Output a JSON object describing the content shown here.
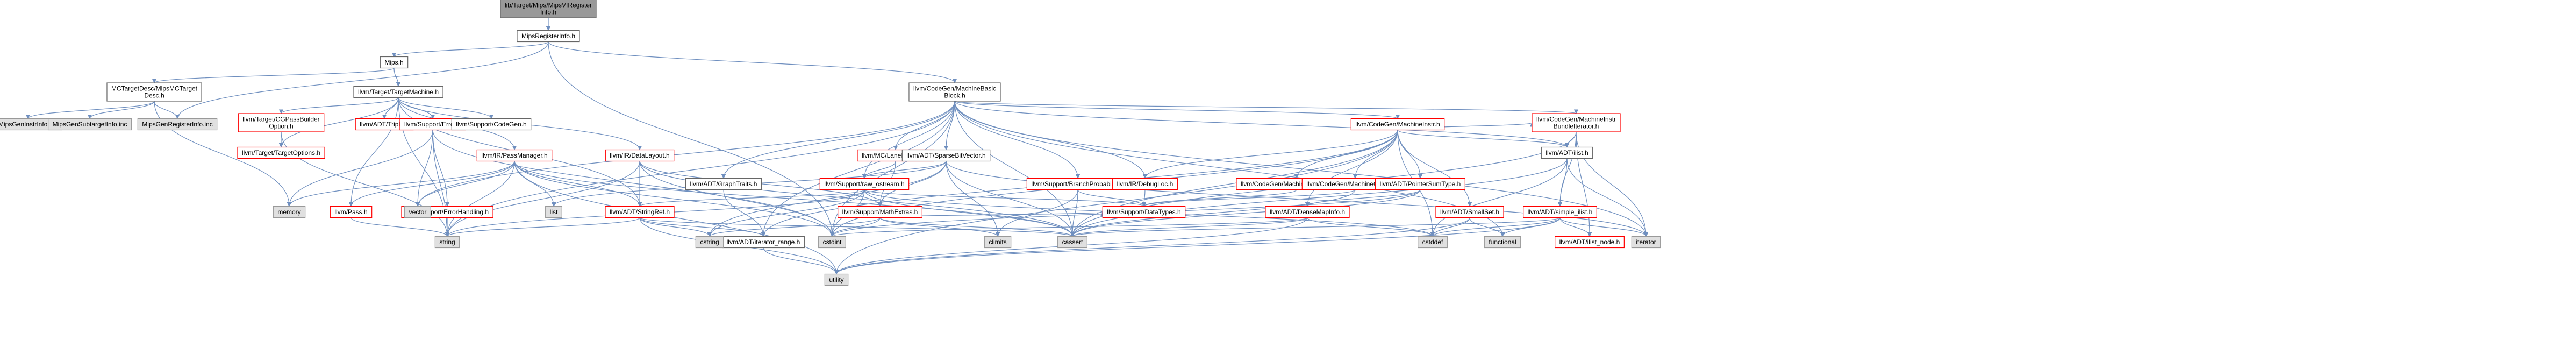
{
  "graph": {
    "colors": {
      "root_fill": "#999999",
      "gray_fill": "#e0e0e0",
      "white_fill": "#ffffff",
      "border_red": "#ff0000",
      "border_gray": "#999999",
      "border_black": "#666666",
      "edge": "#6f8fbf"
    },
    "nodes": [
      {
        "id": "root",
        "lines": [
          "lib/Target/Mips/MipsVIRegister",
          "Info.h"
        ],
        "style": "root"
      },
      {
        "id": "mipsreginfo",
        "lines": [
          "MipsRegisterInfo.h"
        ],
        "style": "plain"
      },
      {
        "id": "mipsh",
        "lines": [
          "Mips.h"
        ],
        "style": "plain"
      },
      {
        "id": "mctarget",
        "lines": [
          "MCTargetDesc/MipsMCTarget",
          "Desc.h"
        ],
        "style": "plain"
      },
      {
        "id": "targetmachine",
        "lines": [
          "llvm/Target/TargetMachine.h"
        ],
        "style": "plain"
      },
      {
        "id": "mbb",
        "lines": [
          "llvm/CodeGen/MachineBasic",
          "Block.h"
        ],
        "style": "plain"
      },
      {
        "id": "mipsgeninstr",
        "lines": [
          "MipsGenInstrInfo.inc"
        ],
        "style": "gray"
      },
      {
        "id": "mipsgensubtarget",
        "lines": [
          "MipsGenSubtargetInfo.inc"
        ],
        "style": "gray"
      },
      {
        "id": "mipsgenregister",
        "lines": [
          "MipsGenRegisterInfo.inc"
        ],
        "style": "gray"
      },
      {
        "id": "cgpassbuilder",
        "lines": [
          "llvm/Target/CGPassBuilder",
          "Option.h"
        ],
        "style": "red"
      },
      {
        "id": "triple",
        "lines": [
          "llvm/ADT/Triple.h"
        ],
        "style": "red"
      },
      {
        "id": "supporterror",
        "lines": [
          "llvm/Support/Error.h"
        ],
        "style": "red"
      },
      {
        "id": "codegenh",
        "lines": [
          "llvm/Support/CodeGen.h"
        ],
        "style": "plain"
      },
      {
        "id": "targetoptions",
        "lines": [
          "llvm/Target/TargetOptions.h"
        ],
        "style": "red"
      },
      {
        "id": "passmanager",
        "lines": [
          "llvm/IR/PassManager.h"
        ],
        "style": "red"
      },
      {
        "id": "datalayout",
        "lines": [
          "llvm/IR/DataLayout.h"
        ],
        "style": "red"
      },
      {
        "id": "lanebitmask",
        "lines": [
          "llvm/MC/LaneBitmask.h"
        ],
        "style": "red"
      },
      {
        "id": "sparsebv",
        "lines": [
          "llvm/ADT/SparseBitVector.h"
        ],
        "style": "plain"
      },
      {
        "id": "graphtraits",
        "lines": [
          "llvm/ADT/GraphTraits.h"
        ],
        "style": "plain"
      },
      {
        "id": "rawostream",
        "lines": [
          "llvm/Support/raw_ostream.h"
        ],
        "style": "red"
      },
      {
        "id": "branchprob",
        "lines": [
          "llvm/Support/BranchProbability.h"
        ],
        "style": "red"
      },
      {
        "id": "debugloc",
        "lines": [
          "llvm/IR/DebugLoc.h"
        ],
        "style": "red"
      },
      {
        "id": "machineinstr",
        "lines": [
          "llvm/CodeGen/MachineInstr.h"
        ],
        "style": "red"
      },
      {
        "id": "mibundleiter",
        "lines": [
          "llvm/CodeGen/MachineInstr",
          "BundleIterator.h"
        ],
        "style": "red"
      },
      {
        "id": "ilisth",
        "lines": [
          "llvm/ADT/ilist.h"
        ],
        "style": "plain"
      },
      {
        "id": "memop",
        "lines": [
          "llvm/CodeGen/MachineMemOperand.h"
        ],
        "style": "red"
      },
      {
        "id": "mop",
        "lines": [
          "llvm/CodeGen/MachineOperand.h"
        ],
        "style": "red"
      },
      {
        "id": "ptrsum",
        "lines": [
          "llvm/ADT/PointerSumType.h"
        ],
        "style": "red"
      },
      {
        "id": "passh",
        "lines": [
          "llvm/Pass.h"
        ],
        "style": "red"
      },
      {
        "id": "errorhandling",
        "lines": [
          "llvm/Support/ErrorHandling.h"
        ],
        "style": "red"
      },
      {
        "id": "stringref",
        "lines": [
          "llvm/ADT/StringRef.h"
        ],
        "style": "red"
      },
      {
        "id": "mathextras",
        "lines": [
          "llvm/Support/MathExtras.h"
        ],
        "style": "red"
      },
      {
        "id": "datatypes",
        "lines": [
          "llvm/Support/DataTypes.h"
        ],
        "style": "red"
      },
      {
        "id": "densemapinfo",
        "lines": [
          "llvm/ADT/DenseMapInfo.h"
        ],
        "style": "red"
      },
      {
        "id": "smallset",
        "lines": [
          "llvm/ADT/SmallSet.h"
        ],
        "style": "red"
      },
      {
        "id": "simpleilist",
        "lines": [
          "llvm/ADT/simple_ilist.h"
        ],
        "style": "red"
      },
      {
        "id": "ilistnode",
        "lines": [
          "llvm/ADT/ilist_node.h"
        ],
        "style": "red"
      },
      {
        "id": "iterrange",
        "lines": [
          "llvm/ADT/iterator_range.h"
        ],
        "style": "plain"
      },
      {
        "id": "memory",
        "lines": [
          "memory"
        ],
        "style": "gray"
      },
      {
        "id": "string",
        "lines": [
          "string"
        ],
        "style": "gray"
      },
      {
        "id": "vector",
        "lines": [
          "vector"
        ],
        "style": "gray"
      },
      {
        "id": "list",
        "lines": [
          "list"
        ],
        "style": "gray"
      },
      {
        "id": "cstring",
        "lines": [
          "cstring"
        ],
        "style": "gray"
      },
      {
        "id": "cstdint",
        "lines": [
          "cstdint"
        ],
        "style": "gray"
      },
      {
        "id": "climits",
        "lines": [
          "climits"
        ],
        "style": "gray"
      },
      {
        "id": "cassert",
        "lines": [
          "cassert"
        ],
        "style": "gray"
      },
      {
        "id": "cstddef",
        "lines": [
          "cstddef"
        ],
        "style": "gray"
      },
      {
        "id": "functional",
        "lines": [
          "functional"
        ],
        "style": "gray"
      },
      {
        "id": "iterator",
        "lines": [
          "iterator"
        ],
        "style": "gray"
      },
      {
        "id": "utility",
        "lines": [
          "utility"
        ],
        "style": "gray"
      }
    ],
    "edges": [
      [
        "root",
        "mipsreginfo"
      ],
      [
        "mipsreginfo",
        "mipsh"
      ],
      [
        "mipsreginfo",
        "mipsgenregister"
      ],
      [
        "mipsreginfo",
        "mbb"
      ],
      [
        "mipsreginfo",
        "cstdint"
      ],
      [
        "mipsh",
        "mctarget"
      ],
      [
        "mipsh",
        "targetmachine"
      ],
      [
        "mctarget",
        "mipsgeninstr"
      ],
      [
        "mctarget",
        "mipsgensubtarget"
      ],
      [
        "mctarget",
        "mipsgenregister"
      ],
      [
        "mctarget",
        "memory"
      ],
      [
        "targetmachine",
        "cgpassbuilder"
      ],
      [
        "targetmachine",
        "triple"
      ],
      [
        "targetmachine",
        "supporterror"
      ],
      [
        "targetmachine",
        "codegenh"
      ],
      [
        "targetmachine",
        "targetoptions"
      ],
      [
        "targetmachine",
        "passmanager"
      ],
      [
        "targetmachine",
        "datalayout"
      ],
      [
        "targetmachine",
        "passh"
      ],
      [
        "targetmachine",
        "stringref"
      ],
      [
        "targetmachine",
        "string"
      ],
      [
        "cgpassbuilder",
        "targetoptions"
      ],
      [
        "cgpassbuilder",
        "string"
      ],
      [
        "supporterror",
        "errorhandling"
      ],
      [
        "supporterror",
        "memory"
      ],
      [
        "supporterror",
        "vector"
      ],
      [
        "supporterror",
        "string"
      ],
      [
        "supporterror",
        "cstdint"
      ],
      [
        "passmanager",
        "passh"
      ],
      [
        "passmanager",
        "stringref"
      ],
      [
        "passmanager",
        "list"
      ],
      [
        "passmanager",
        "memory"
      ],
      [
        "passmanager",
        "vector"
      ],
      [
        "passmanager",
        "string"
      ],
      [
        "passmanager",
        "cassert"
      ],
      [
        "passmanager",
        "utility"
      ],
      [
        "passmanager",
        "cstdint"
      ],
      [
        "datalayout",
        "stringref"
      ],
      [
        "datalayout",
        "mathextras"
      ],
      [
        "datalayout",
        "cassert"
      ],
      [
        "datalayout",
        "string"
      ],
      [
        "datalayout",
        "cstdint"
      ],
      [
        "passh",
        "string"
      ],
      [
        "errorhandling",
        "string"
      ],
      [
        "mbb",
        "lanebitmask"
      ],
      [
        "mbb",
        "sparsebv"
      ],
      [
        "mbb",
        "graphtraits"
      ],
      [
        "mbb",
        "branchprob"
      ],
      [
        "mbb",
        "debugloc"
      ],
      [
        "mbb",
        "machineinstr"
      ],
      [
        "mbb",
        "mibundleiter"
      ],
      [
        "mbb",
        "ilisth"
      ],
      [
        "mbb",
        "rawostream"
      ],
      [
        "mbb",
        "iterrange"
      ],
      [
        "mbb",
        "cassert"
      ],
      [
        "mbb",
        "cstdint"
      ],
      [
        "mbb",
        "functional"
      ],
      [
        "mbb",
        "iterator"
      ],
      [
        "mbb",
        "string"
      ],
      [
        "mbb",
        "vector"
      ],
      [
        "lanebitmask",
        "rawostream"
      ],
      [
        "lanebitmask",
        "mathextras"
      ],
      [
        "sparsebv",
        "rawostream"
      ],
      [
        "sparsebv",
        "mathextras"
      ],
      [
        "sparsebv",
        "cassert"
      ],
      [
        "sparsebv",
        "climits"
      ],
      [
        "sparsebv",
        "cstring"
      ],
      [
        "sparsebv",
        "iterator"
      ],
      [
        "sparsebv",
        "list"
      ],
      [
        "graphtraits",
        "iterrange"
      ],
      [
        "rawostream",
        "stringref"
      ],
      [
        "rawostream",
        "datatypes"
      ],
      [
        "rawostream",
        "cassert"
      ],
      [
        "rawostream",
        "cstddef"
      ],
      [
        "rawostream",
        "cstdint"
      ],
      [
        "rawostream",
        "cstring"
      ],
      [
        "rawostream",
        "string"
      ],
      [
        "branchprob",
        "datatypes"
      ],
      [
        "branchprob",
        "cassert"
      ],
      [
        "branchprob",
        "climits"
      ],
      [
        "debugloc",
        "datatypes"
      ],
      [
        "machineinstr",
        "memop"
      ],
      [
        "machineinstr",
        "mop"
      ],
      [
        "machineinstr",
        "ptrsum"
      ],
      [
        "machineinstr",
        "densemapinfo"
      ],
      [
        "machineinstr",
        "smallset"
      ],
      [
        "machineinstr",
        "ilisth"
      ],
      [
        "machineinstr",
        "debugloc"
      ],
      [
        "machineinstr",
        "iterrange"
      ],
      [
        "machineinstr",
        "cassert"
      ],
      [
        "machineinstr",
        "cstddef"
      ],
      [
        "machineinstr",
        "cstdint"
      ],
      [
        "machineinstr",
        "utility"
      ],
      [
        "machineinstr",
        "mibundleiter"
      ],
      [
        "mibundleiter",
        "ilisth"
      ],
      [
        "mibundleiter",
        "simpleilist"
      ],
      [
        "mibundleiter",
        "cassert"
      ],
      [
        "mibundleiter",
        "iterator"
      ],
      [
        "mibundleiter",
        "ilistnode"
      ],
      [
        "ilisth",
        "simpleilist"
      ],
      [
        "ilisth",
        "cassert"
      ],
      [
        "ilisth",
        "cstddef"
      ],
      [
        "ilisth",
        "iterator"
      ],
      [
        "memop",
        "datatypes"
      ],
      [
        "mop",
        "datatypes"
      ],
      [
        "mop",
        "cassert"
      ],
      [
        "ptrsum",
        "densemapinfo"
      ],
      [
        "ptrsum",
        "cassert"
      ],
      [
        "ptrsum",
        "cstdint"
      ],
      [
        "stringref",
        "iterrange"
      ],
      [
        "stringref",
        "cstring"
      ],
      [
        "stringref",
        "string"
      ],
      [
        "stringref",
        "utility"
      ],
      [
        "stringref",
        "cassert"
      ],
      [
        "mathextras",
        "datatypes"
      ],
      [
        "mathextras",
        "cassert"
      ],
      [
        "mathextras",
        "climits"
      ],
      [
        "mathextras",
        "cstdint"
      ],
      [
        "mathextras",
        "cstring"
      ],
      [
        "densemapinfo",
        "cassert"
      ],
      [
        "densemapinfo",
        "cstddef"
      ],
      [
        "densemapinfo",
        "cstdint"
      ],
      [
        "densemapinfo",
        "utility"
      ],
      [
        "smallset",
        "cstddef"
      ],
      [
        "smallset",
        "functional"
      ],
      [
        "smallset",
        "utility"
      ],
      [
        "simpleilist",
        "ilistnode"
      ],
      [
        "simpleilist",
        "cassert"
      ],
      [
        "simpleilist",
        "cstddef"
      ],
      [
        "simpleilist",
        "functional"
      ],
      [
        "simpleilist",
        "iterator"
      ],
      [
        "simpleilist",
        "utility"
      ],
      [
        "iterrange",
        "utility"
      ]
    ]
  }
}
